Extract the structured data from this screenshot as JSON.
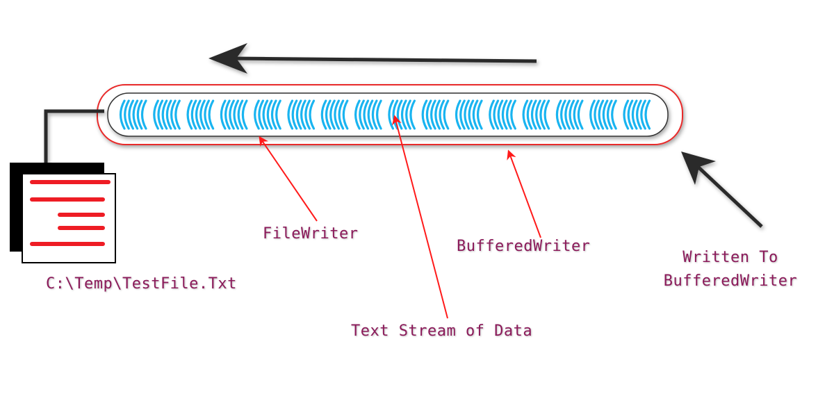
{
  "labels": {
    "file_path": "C:\\Temp\\TestFile.Txt",
    "file_writer": "FileWriter",
    "buffered_writer": "BufferedWriter",
    "text_stream": "Text Stream of Data",
    "written_to_line1": "Written To",
    "written_to_line2": "BufferedWriter"
  },
  "colors": {
    "label_text": "#8b1a5a",
    "pointer_arrow": "#ff1a1a",
    "flow_arrow": "#2b2b2b",
    "stream_wave": "#19b4f0",
    "outer_pipe_border": "#e82a2a",
    "document_lines": "#ee1c24"
  },
  "icons": {
    "document": "document-icon",
    "flow_arrow": "flow-arrow-icon"
  }
}
